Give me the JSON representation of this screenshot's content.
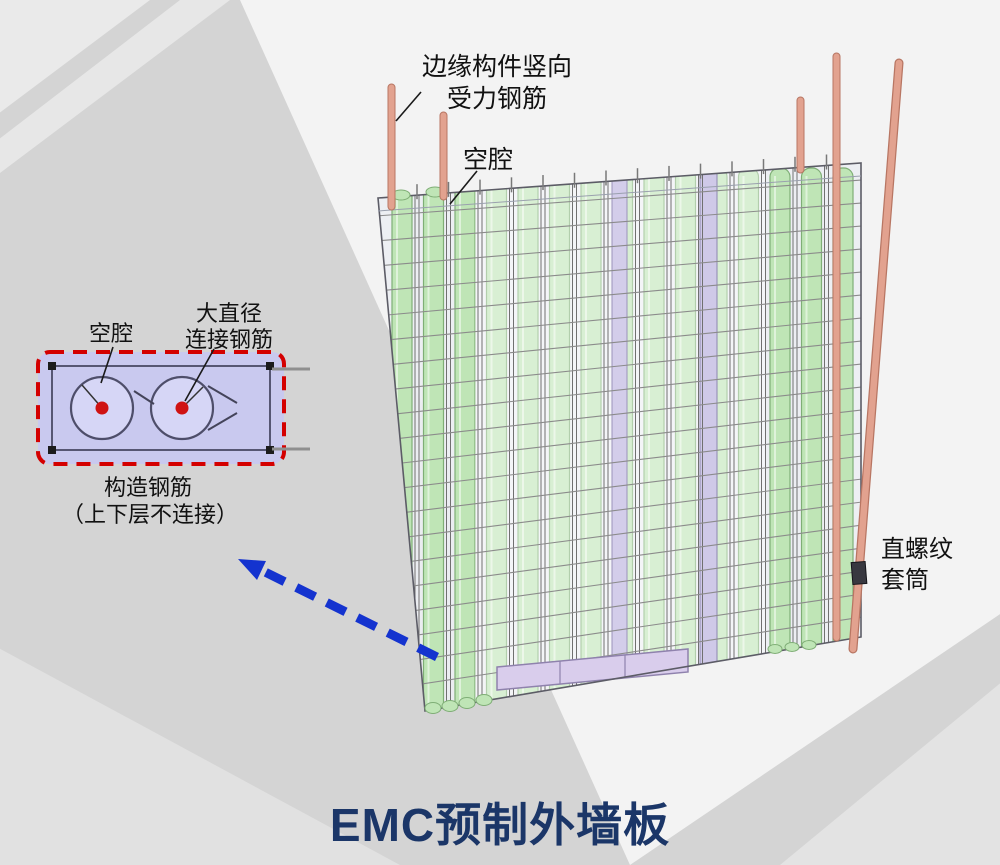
{
  "slide": {
    "title": "EMC预制外墙板"
  },
  "main_diagram": {
    "edge_rebar_label": {
      "line1": "边缘构件竖向",
      "line2": "受力钢筋"
    },
    "cavity_label": "空腔",
    "coupler_label": {
      "line1": "直螺纹",
      "line2": "套筒"
    }
  },
  "inset": {
    "cavity_label": "空腔",
    "big_rebar_label": {
      "line1": "大直径",
      "line2": "连接钢筋"
    },
    "structural_label": {
      "line1": "构造钢筋",
      "line2": "（上下层不连接）"
    }
  },
  "colors": {
    "title_navy": "#1B3668",
    "label_black": "#111111",
    "arrow_blue": "#1433CF",
    "inset_border_red": "#D40000",
    "inset_fill": "#C9C9EF",
    "cavity_dot_red": "#CF1212",
    "tube_green": "#BFE5B6",
    "tube_green_edge": "#7FAE76",
    "rod_salmon": "#E2A28F",
    "rod_edge": "#B87663",
    "panel_fill": "#ECEEF2",
    "panel_edge": "#5C5C66",
    "beam_lavender": "#D9CDEC",
    "beam_edge": "#8F82AD",
    "mesh_gray": "#8B8B8B",
    "rebar_gray": "#707070"
  }
}
